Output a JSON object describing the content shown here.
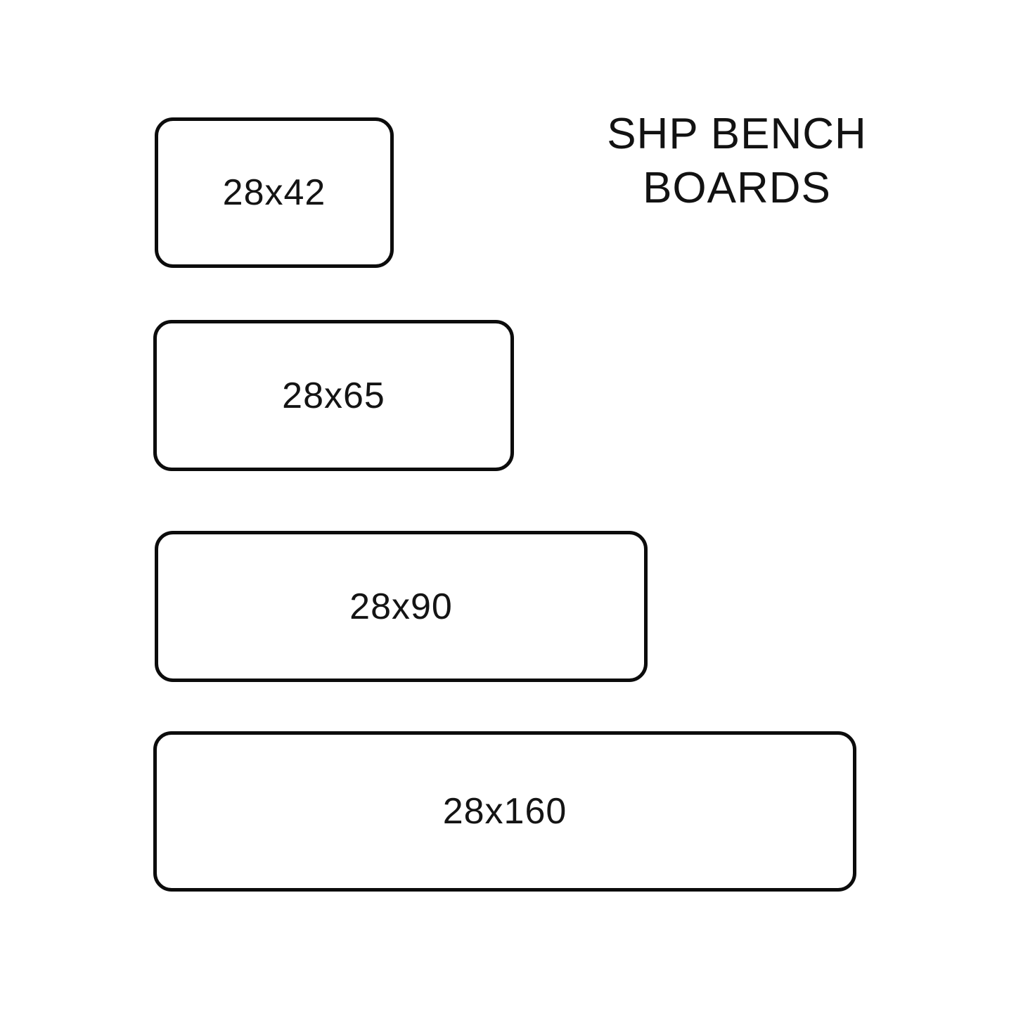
{
  "title": {
    "line1": "SHP BENCH",
    "line2": "BOARDS"
  },
  "boards": [
    {
      "label": "28x42"
    },
    {
      "label": "28x65"
    },
    {
      "label": "28x90"
    },
    {
      "label": "28x160"
    }
  ],
  "colors": {
    "background": "#ffffff",
    "outline": "#0c0c0c",
    "text": "#141414"
  }
}
